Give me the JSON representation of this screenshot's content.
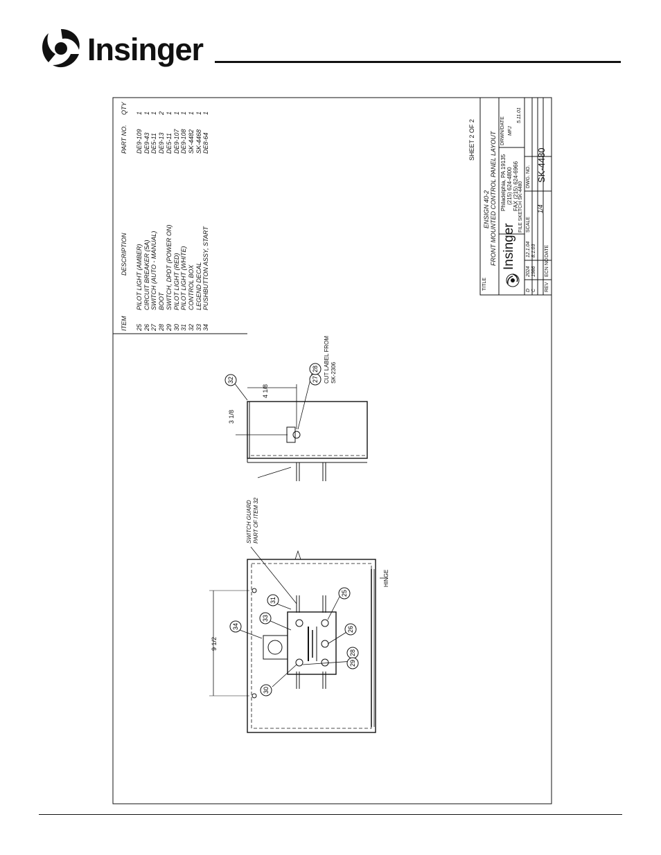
{
  "header": {
    "brand": "Insinger"
  },
  "parts_table": {
    "headers": {
      "item": "ITEM",
      "description": "DESCRIPTION",
      "part_no": "PART NO.",
      "qty": "QTY"
    },
    "rows": [
      {
        "item": "25",
        "description": "PILOT LIGHT (AMBER)",
        "part_no": "DE9-109",
        "qty": "1"
      },
      {
        "item": "26",
        "description": "CIRCUIT BREAKER (5A)",
        "part_no": "DE9-43",
        "qty": "1"
      },
      {
        "item": "27",
        "description": "SWITCH (AUTO - MANUAL)",
        "part_no": "DE5-11",
        "qty": "1"
      },
      {
        "item": "28",
        "description": "BOOT",
        "part_no": "DE9-13",
        "qty": "2"
      },
      {
        "item": "29",
        "description": "SWITCH, DPDT (POWER ON)",
        "part_no": "DE5-11",
        "qty": "1"
      },
      {
        "item": "30",
        "description": "PILOT LIGHT (RED)",
        "part_no": "DE9-107",
        "qty": "1"
      },
      {
        "item": "31",
        "description": "PILOT LIGHT (WHITE)",
        "part_no": "DE9-108",
        "qty": "1"
      },
      {
        "item": "32",
        "description": "CONTROL BOX",
        "part_no": "SK-4482",
        "qty": "1"
      },
      {
        "item": "33",
        "description": "LEGEND DECAL",
        "part_no": "SK-4468",
        "qty": "1"
      },
      {
        "item": "34",
        "description": "PUSHBUTTON ASSY, START",
        "part_no": "DE8-64",
        "qty": "1"
      }
    ]
  },
  "title_block": {
    "sheet": "SHEET 2 OF 2",
    "title_label": "TITLE",
    "title_line1": "ENSIGN 40-2",
    "title_line2": "FRONT MOUNTED CONTROL PANEL LAYOUT",
    "company": "Insinger",
    "address": "Philadelphia, PA 19135",
    "phone": "(215) 624-4800",
    "fax": "FAX (215) 624-6966",
    "drawn_date_label": "DRWN/DATE",
    "drawn_by": "MFJ",
    "drawn_date": "5.11.01",
    "file_sketch": "FILE SKETCH SK-4480",
    "scale_label": "SCALE",
    "scale": "1/4",
    "dwg_no_label": "DWG. NO.",
    "dwg_no": "SK-4480",
    "rev_rows": [
      {
        "rev": "D",
        "ecn": "2024",
        "date": "12.1.04"
      },
      {
        "rev": "C",
        "ecn": "1986",
        "date": "8.1.03"
      }
    ],
    "rev_headers": {
      "rev": "REV",
      "ecn": "ECN NO",
      "date": "DATE"
    }
  },
  "annotations": {
    "dim_width": "9 1/2",
    "dim_side_top": "3 1/8",
    "dim_side_depth": "4 1/8",
    "switch_guard_line1": "SWITCH GUARD",
    "switch_guard_line2": "PART OF ITEM 32",
    "hinge": "HINGE",
    "cut_label_line1": "CUT LABEL FROM",
    "cut_label_line2": "SK-2306"
  },
  "balloons": [
    "25",
    "26",
    "27",
    "28",
    "29",
    "28",
    "30",
    "31",
    "32",
    "33",
    "34"
  ]
}
